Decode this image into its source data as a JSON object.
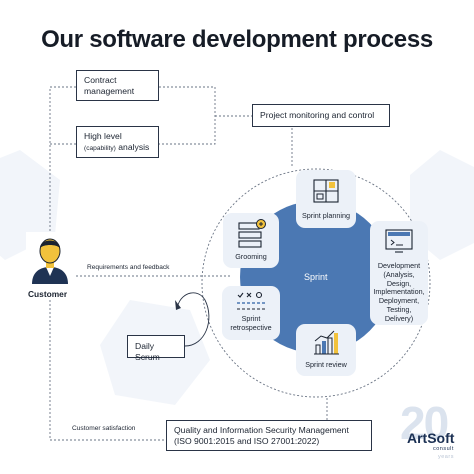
{
  "title": "Our software development process",
  "boxes": {
    "contract_line1": "Contract",
    "contract_line2": "management",
    "highlevel_line1": "High level",
    "highlevel_small": "(capability)",
    "highlevel_rest": " analysis",
    "monitoring": "Project monitoring and control",
    "daily_scrum": "Daily Scrum",
    "quality_line1": "Quality and Information Security Management",
    "quality_line2": "(ISO 9001:2015 and ISO 27001:2022)"
  },
  "customer": {
    "label": "Customer"
  },
  "connectors": {
    "requirements": "Requirements  and feedback",
    "satisfaction": "Customer satisfaction"
  },
  "cycle": {
    "center_label": "Sprint",
    "planning": "Sprint planning",
    "grooming": "Grooming",
    "development_lines": [
      "Development",
      "(Analysis,",
      "Design,",
      "Implementation,",
      "Deployment,",
      "Testing,",
      "Delivery)"
    ],
    "retrospective_lines": [
      "Sprint",
      "retrospective"
    ],
    "review": "Sprint review"
  },
  "logo": {
    "name": "ArtSoft",
    "sub": "consult",
    "years_mark": "20",
    "years_word": "years"
  },
  "colors": {
    "sprint_circle": "#4b78b3",
    "card_bg": "#ecf1f8",
    "accent_yellow": "#f2c23c",
    "line_dark": "#2a3446",
    "hex_bg": "#f2f5fa"
  },
  "icons": [
    "person-icon",
    "planning-board-icon",
    "grooming-list-icon",
    "development-monitor-icon",
    "retrospective-checklist-icon",
    "review-bar-chart-icon"
  ]
}
